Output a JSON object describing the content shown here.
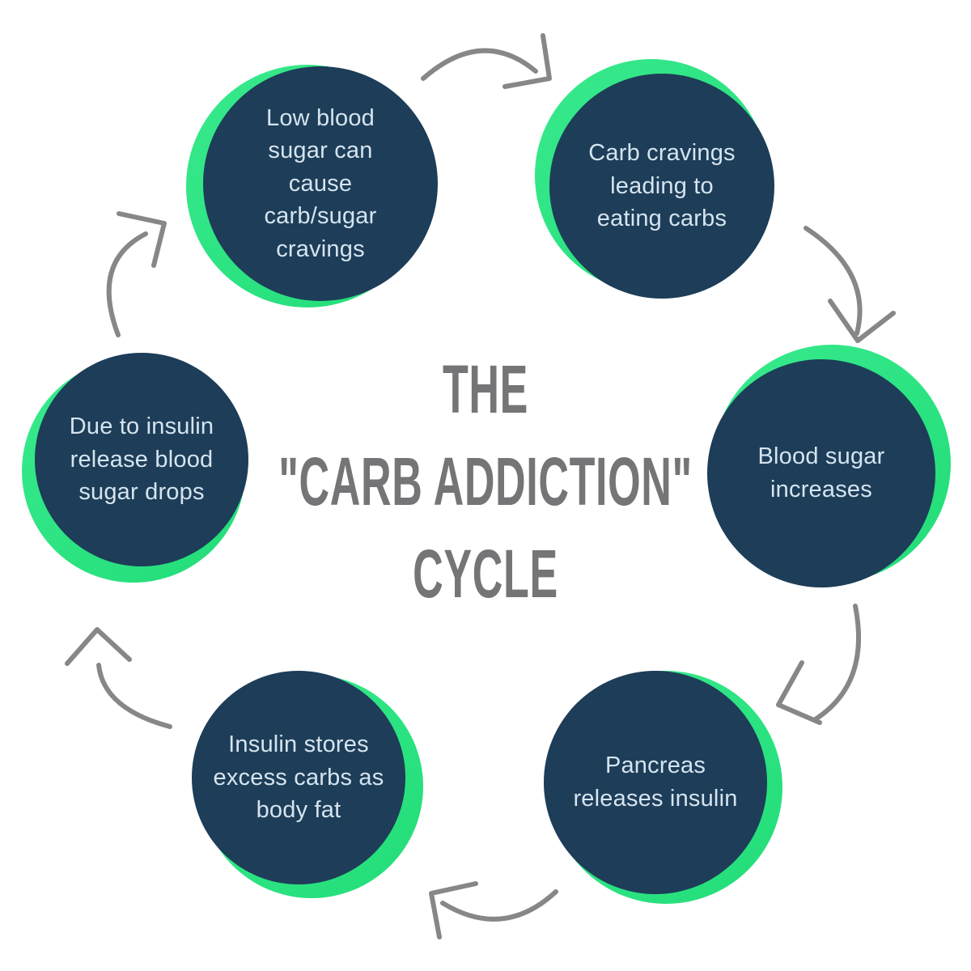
{
  "title": {
    "line1": "THE",
    "line2": "\"CARB ADDICTION\"",
    "line3": "CYCLE"
  },
  "nodes": [
    {
      "id": "low-blood-sugar-cravings",
      "label": "Low blood\nsugar can\ncause\ncarb/sugar\ncravings"
    },
    {
      "id": "carb-cravings-eating",
      "label": "Carb cravings\nleading to\neating carbs"
    },
    {
      "id": "blood-sugar-increases",
      "label": "Blood sugar\nincreases"
    },
    {
      "id": "pancreas-releases-insulin",
      "label": "Pancreas\nreleases insulin"
    },
    {
      "id": "insulin-stores-body-fat",
      "label": "Insulin stores\nexcess carbs as\nbody fat"
    },
    {
      "id": "blood-sugar-drops",
      "label": "Due to insulin\nrelease blood\nsugar drops"
    }
  ],
  "arrows": [
    {
      "from": "low-blood-sugar-cravings",
      "to": "carb-cravings-eating"
    },
    {
      "from": "carb-cravings-eating",
      "to": "blood-sugar-increases"
    },
    {
      "from": "blood-sugar-increases",
      "to": "pancreas-releases-insulin"
    },
    {
      "from": "pancreas-releases-insulin",
      "to": "insulin-stores-body-fat"
    },
    {
      "from": "insulin-stores-body-fat",
      "to": "blood-sugar-drops"
    },
    {
      "from": "blood-sugar-drops",
      "to": "low-blood-sugar-cravings"
    }
  ],
  "colors": {
    "background": "#ffffff",
    "node_fill": "#1d3d58",
    "node_ring": "#2ce081",
    "node_text": "#d5e4ef",
    "title_text": "#757577",
    "arrow": "#878787"
  }
}
